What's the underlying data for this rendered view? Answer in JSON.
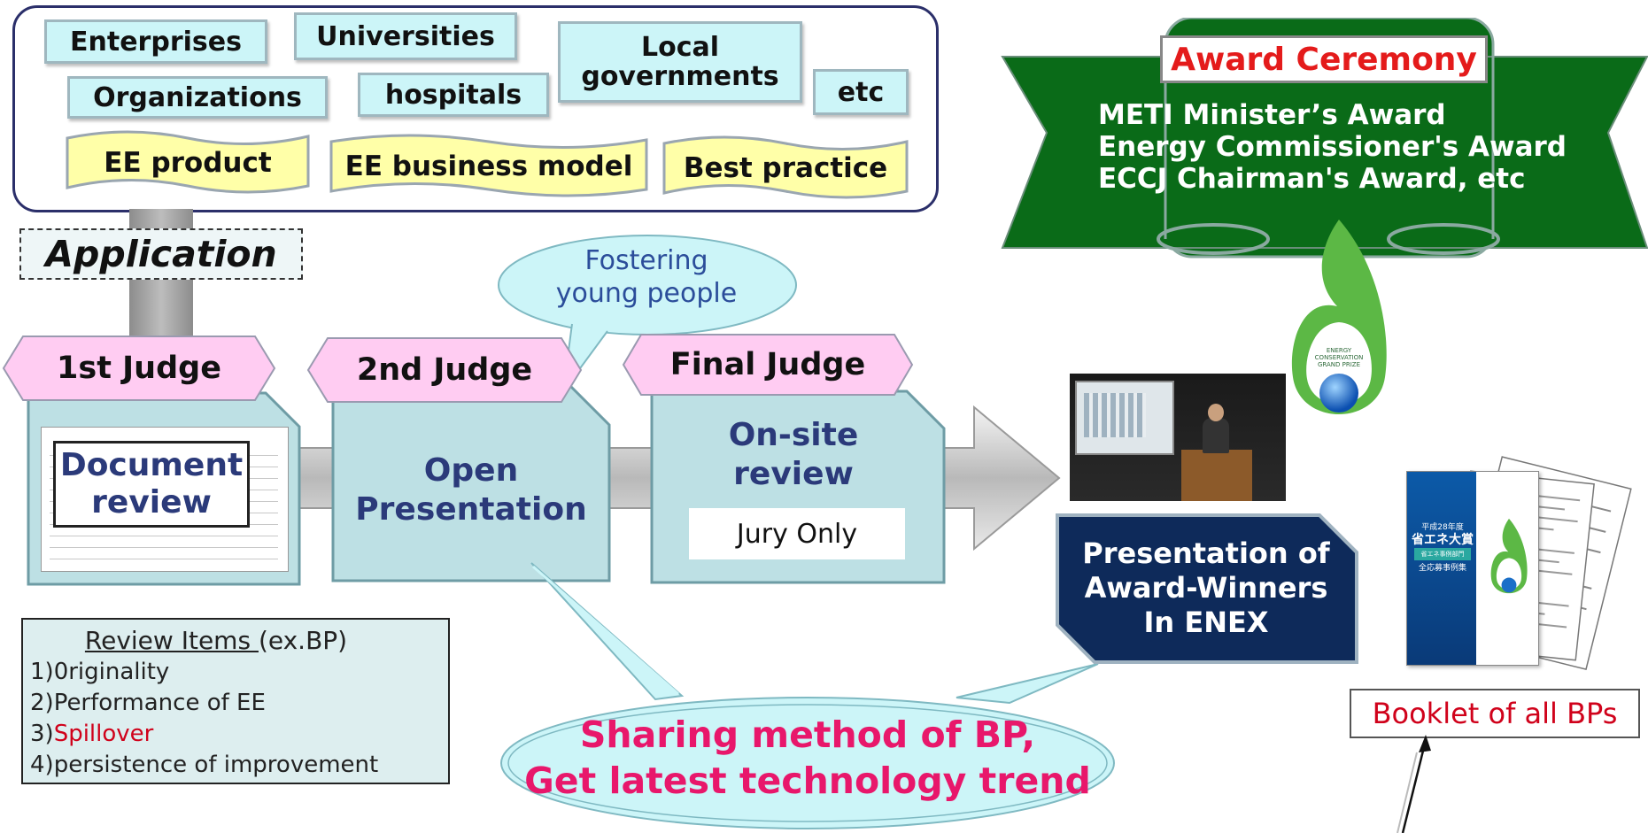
{
  "applicants": {
    "enterprises": "Enterprises",
    "universities": "Universities",
    "local_governments": "Local governments",
    "organizations": "Organizations",
    "hospitals": "hospitals",
    "etc": "etc"
  },
  "categories": {
    "ee_product": "EE product",
    "ee_business_model": "EE business model",
    "best_practice": "Best practice"
  },
  "application_label": "Application",
  "fostering_bubble": "Fostering young people",
  "judges": {
    "first": "1st Judge",
    "second": "2nd Judge",
    "final": "Final Judge"
  },
  "stages": {
    "document_review": "Document review",
    "open_presentation": "Open Presentation",
    "onsite_review": "On-site review",
    "jury_only": "Jury Only"
  },
  "review_items": {
    "title": "Review Items ",
    "title_suffix": "(ex.BP)",
    "items": [
      {
        "num": "1)",
        "text": "0riginality"
      },
      {
        "num": "2)",
        "text": "Performance of EE"
      },
      {
        "num": "3)",
        "text": "Spillover"
      },
      {
        "num": "4)",
        "text": "persistence of improvement"
      }
    ],
    "highlight_color": "#d0021b"
  },
  "sharing_callout": {
    "line1": "Sharing method of BP,",
    "line2": "Get latest technology trend",
    "color": "#e8176b"
  },
  "award_banner": {
    "title": "Award Ceremony",
    "lines": [
      "METI Minister’s Award",
      "Energy Commissioner's Award",
      "ECCJ Chairman's Award, etc"
    ],
    "green": "#0a6b18"
  },
  "logo_text": [
    "ENERGY",
    "CONSERVATION",
    "GRAND PRIZE"
  ],
  "enex_card": {
    "line1": "Presentation of",
    "line2": "Award-Winners",
    "line3": "In ENEX"
  },
  "booklet": {
    "label": "Booklet of all BPs",
    "cover_lines": [
      "平成28年度",
      "省エネ大賞",
      "省エネ事例部門",
      "全応募事例集"
    ]
  },
  "colors": {
    "navy_text": "#2b3a7a",
    "pink": "#ffccf2",
    "teal_card": "#bde0e4",
    "dark_navy": "#0e2a5a"
  }
}
